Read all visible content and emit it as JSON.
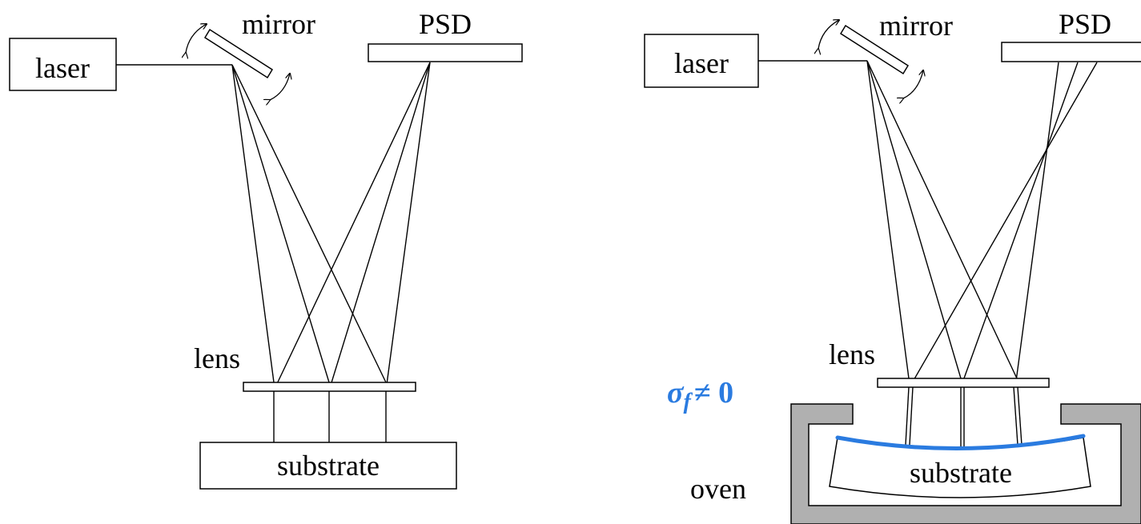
{
  "left_panel": {
    "laser_label": "laser",
    "mirror_label": "mirror",
    "psd_label": "PSD",
    "lens_label": "lens",
    "substrate_label": "substrate"
  },
  "right_panel": {
    "laser_label": "laser",
    "mirror_label": "mirror",
    "psd_label": "PSD",
    "lens_label": "lens",
    "substrate_label": "substrate",
    "oven_label": "oven",
    "stress_symbol": "σ",
    "stress_subscript": "f",
    "stress_relation": "≠ 0"
  },
  "colors": {
    "line": "#000000",
    "oven_wall": "#b0b0b0",
    "stress_accent": "#2a7be0",
    "film": "#2a7be0"
  }
}
